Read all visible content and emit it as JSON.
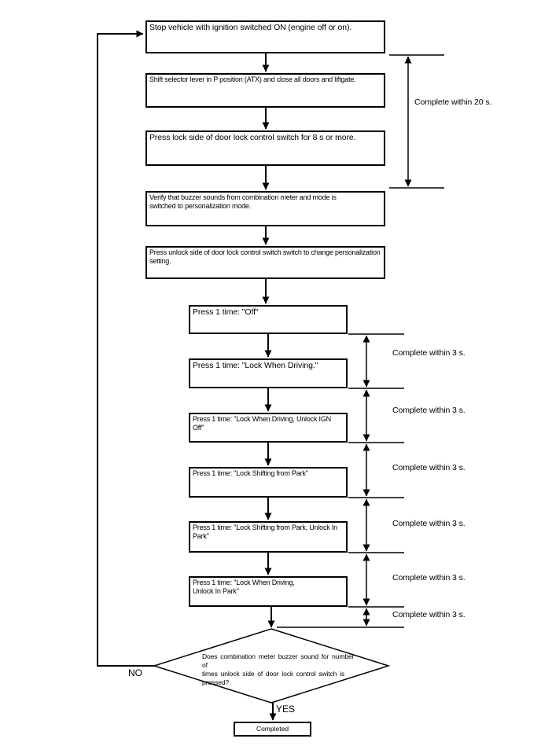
{
  "colors": {
    "line": "#000000",
    "background": "#ffffff",
    "text": "#000000"
  },
  "flowchart": {
    "steps": [
      {
        "text": "Stop vehicle with ignition switched ON (engine off or on)."
      },
      {
        "text": "Shift selector lever in P position (ATX) and close all doors and liftgate."
      },
      {
        "text": "Press lock side of door lock control switch for 8 s or more."
      },
      {
        "text": "Verify that buzzer sounds from combination meter and mode is\nswitched to personalization mode."
      },
      {
        "text": "Press unlock side of door lock control switch switch to change personalization\nsetting."
      },
      {
        "text": "Press 1 time: \"Off\""
      },
      {
        "text": "Press 1 time: \"Lock When Driving.\""
      },
      {
        "text": "Press 1 time: \"Lock When Driving, Unlock IGN Off\""
      },
      {
        "text": "Press 1 time: \"Lock Shifting from Park\""
      },
      {
        "text": "Press 1 time: \"Lock Shifting from Park, Unlock In\nPark\""
      },
      {
        "text": "Press 1 time: \"Lock When Driving,\nUnlock In Park\""
      }
    ],
    "decision": {
      "text": "Does combination meter buzzer sound for number of\ntimes unlock side of door lock control switch is\npressed?"
    },
    "terminal": {
      "text": "Completed"
    },
    "branch_no": "NO",
    "branch_yes": "YES",
    "timing": {
      "within_20s": "Complete within 20 s.",
      "within_3s": [
        {
          "label": "Complete within 3 s."
        },
        {
          "label": "Complete within 3 s."
        },
        {
          "label": "Complete within 3 s."
        },
        {
          "label": "Complete within 3 s."
        },
        {
          "label": "Complete within 3 s."
        },
        {
          "label": "Complete within 3 s."
        }
      ]
    }
  }
}
